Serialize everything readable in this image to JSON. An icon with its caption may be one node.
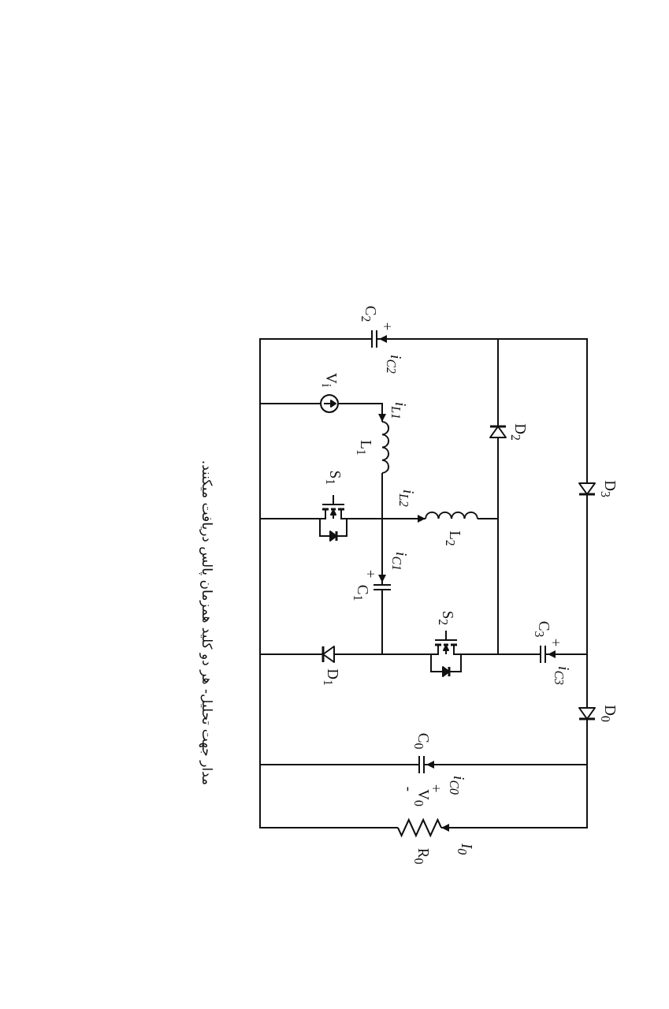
{
  "diagram": {
    "caption": "مدار جهت تحلیل- هر دو کلید همزمان پالس دریافت میکنند.",
    "nodes": [
      {
        "text": [
          "C$_{2}$",
          "+"
        ]
      },
      {
        "text": [
          "V$_{i}$"
        ]
      },
      {
        "text": [
          "L$_{1}$"
        ]
      },
      {
        "text": [
          "S$_{1}$"
        ]
      },
      {
        "text": [
          "L$_{2}$"
        ]
      },
      {
        "text": [
          "D$_{2}$"
        ]
      },
      {
        "text": [
          "D$_{3}$"
        ]
      },
      {
        "text": [
          "+",
          "C$_{1}$"
        ]
      },
      {
        "text": [
          "D$_{1}$"
        ]
      },
      {
        "text": [
          "S$_{2}$"
        ]
      },
      {
        "text": [
          "C$_{3}$",
          "+"
        ]
      },
      {
        "text": [
          "D$_{0}$"
        ]
      },
      {
        "text": [
          "C$_{0}$"
        ]
      },
      {
        "text": [
          "R$_{0}$"
        ]
      }
    ],
    "edges": [
      {
        "from": 5,
        "to": 0,
        "arrow": "to",
        "label": "i$_{C2}$"
      },
      {
        "from": 6,
        "to": 5,
        "arrow": "none"
      },
      {
        "from": 0,
        "to": 1,
        "arrow": "none"
      },
      {
        "from": 1,
        "to": 2,
        "arrow": "to",
        "label": "i$_{L1}$"
      },
      {
        "from": 3,
        "to": 1,
        "arrow": "none"
      },
      {
        "from": 3,
        "to": 8,
        "arrow": "none"
      },
      {
        "from": 8,
        "to": 12,
        "arrow": "none"
      },
      {
        "from": 12,
        "to": 13,
        "arrow": "none"
      },
      {
        "from": 2,
        "to": 3,
        "arrow": "none"
      },
      {
        "from": 2,
        "to": 4,
        "arrow": "to",
        "label": "i$_{L2}$"
      },
      {
        "from": 2,
        "to": 7,
        "arrow": "to",
        "label": "i$_{C1}$"
      },
      {
        "from": 4,
        "to": 5,
        "arrow": "none"
      },
      {
        "from": 5,
        "to": 9,
        "arrow": "none"
      },
      {
        "from": 5,
        "to": 10,
        "arrow": "none"
      },
      {
        "from": 6,
        "to": 10,
        "arrow": "to",
        "label": "i$_{C3}$"
      },
      {
        "from": 6,
        "to": 11,
        "arrow": "none"
      },
      {
        "from": 7,
        "to": 8,
        "arrow": "none"
      },
      {
        "from": 7,
        "to": 9,
        "arrow": "none"
      },
      {
        "from": 11,
        "to": 12,
        "arrow": "to",
        "label": "i$_{C0}$"
      },
      {
        "from": 11,
        "to": 13,
        "arrow": "to",
        "label": "I$_{0}$"
      }
    ],
    "labels": [
      "+",
      "V$_{0}$",
      "-"
    ]
  }
}
